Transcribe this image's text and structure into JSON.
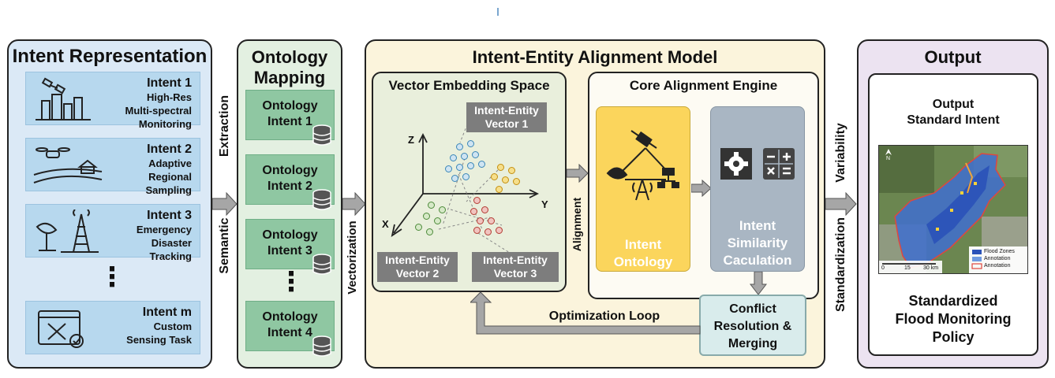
{
  "intent_representation": {
    "title": "Intent Representation",
    "intents": [
      {
        "name": "Intent 1",
        "desc": [
          "High-Res",
          "Multi-spectral",
          "Monitoring"
        ],
        "icon": "satellite-city-icon"
      },
      {
        "name": "Intent 2",
        "desc": [
          "Adaptive",
          "Regional",
          "Sampling"
        ],
        "icon": "drone-field-icon"
      },
      {
        "name": "Intent 3",
        "desc": [
          "Emergency",
          "Disaster",
          "Tracking"
        ],
        "icon": "antenna-tower-icon"
      },
      {
        "name": "Intent m",
        "desc": [
          "Custom",
          "Sensing Task"
        ],
        "icon": "custom-task-icon"
      }
    ],
    "ellipsis": "⋮"
  },
  "semantic_extraction": {
    "part1": "Semantic",
    "part2": "Extraction"
  },
  "ontology_mapping": {
    "title_line1": "Ontology",
    "title_line2": "Mapping",
    "cards": [
      {
        "line1": "Ontology",
        "line2": "Intent 1"
      },
      {
        "line1": "Ontology",
        "line2": "Intent 2"
      },
      {
        "line1": "Ontology",
        "line2": "Intent 3"
      },
      {
        "line1": "Ontology",
        "line2": "Intent 4"
      }
    ],
    "ellipsis": "⋮"
  },
  "vectorization": "Vectorization",
  "alignment_model": {
    "title": "Intent-Entity Alignment Model",
    "vector_space": {
      "title": "Vector Embedding Space",
      "axis_z": "Z",
      "axis_y": "Y",
      "axis_x": "X",
      "vector1": [
        "Intent-Entity",
        "Vector 1"
      ],
      "vector2": [
        "Intent-Entity",
        "Vector 2"
      ],
      "vector3": [
        "Intent-Entity",
        "Vector 3"
      ]
    },
    "alignment_label": "Alignment",
    "engine": {
      "title": "Core Alignment Engine",
      "ontology": [
        "Intent",
        "Ontology"
      ],
      "similarity": [
        "Intent",
        "Similarity",
        "Caculation"
      ]
    },
    "conflict": [
      "Conflict",
      "Resolution &",
      "Merging"
    ],
    "loop": "Optimization Loop"
  },
  "variability": {
    "part1": "Standardization",
    "part2": "Variability"
  },
  "output": {
    "title": "Output",
    "standard_line1": "Output",
    "standard_line2": "Standard Intent",
    "map": {
      "scale": [
        "0",
        "15",
        "30 km"
      ],
      "legend": [
        "Flood Zones",
        "Annotation",
        "Annotation"
      ],
      "north": "N"
    },
    "policy": [
      "Standardized",
      "Flood Monitoring",
      "Policy"
    ]
  },
  "colors": {
    "left_panel": "#dbe9f6",
    "ontology_panel": "#e3f0e1",
    "model_panel": "#fbf4dc",
    "output_panel": "#ece3f1",
    "intent_card": "#b7d8ee",
    "onto_card": "#8fc7a2",
    "yellow_box": "#fbd55c",
    "gray_box": "#a9b6c3",
    "conflict_box": "#d9ecec"
  }
}
